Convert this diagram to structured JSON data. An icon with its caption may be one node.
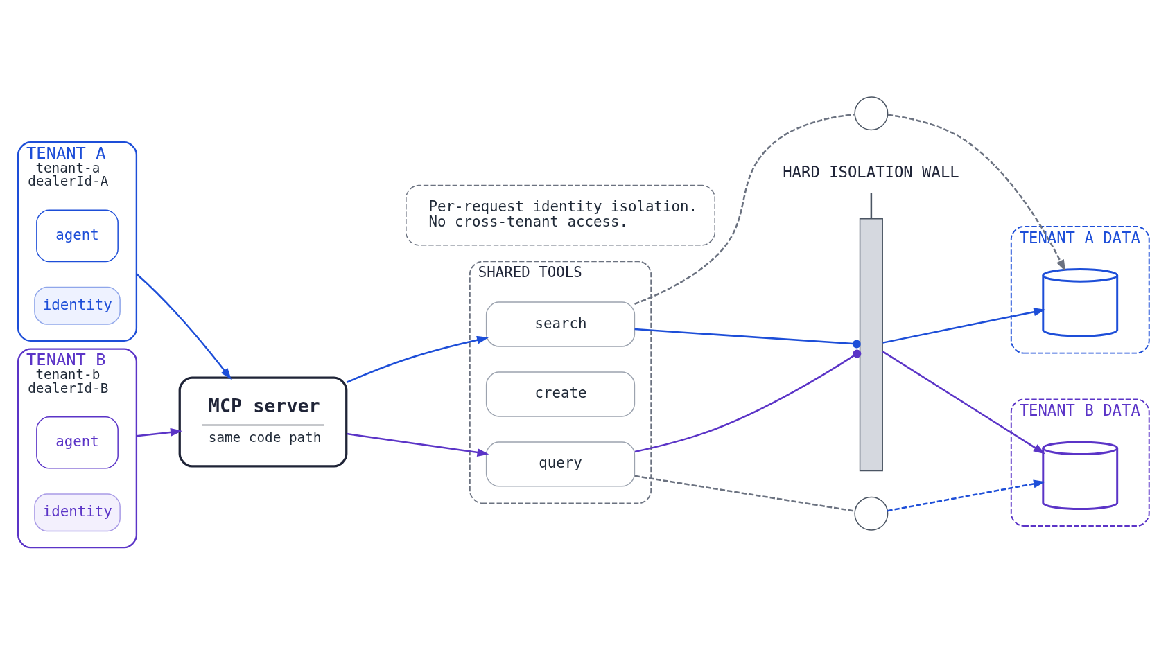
{
  "diagram": {
    "nodes": [
      {
        "text": [
          "TENANT A",
          "tenant-a",
          "dealerId-A"
        ]
      },
      {
        "text": [
          "agent"
        ],
        "in": 0
      },
      {
        "text": [
          "identity"
        ],
        "in": 0
      },
      {
        "text": [
          "TENANT B",
          "tenant-b",
          "dealerId-B"
        ]
      },
      {
        "text": [
          "agent"
        ],
        "in": 3
      },
      {
        "text": [
          "identity"
        ],
        "in": 3
      },
      {
        "text": [
          "MCP server",
          "same code path"
        ]
      },
      {
        "text": [
          "SHARED TOOLS"
        ]
      },
      {
        "text": [
          "search"
        ],
        "in": 7
      },
      {
        "text": [
          "create"
        ],
        "in": 7
      },
      {
        "text": [
          "query"
        ],
        "in": 7
      },
      {
        "text": [
          "HARD ISOLATION WALL"
        ]
      },
      {
        "text": [],
        "shape": "bar"
      },
      {
        "text": [],
        "shape": "circle"
      },
      {
        "text": [],
        "shape": "circle"
      },
      {
        "text": [
          "TENANT A DATA"
        ]
      },
      {
        "text": [],
        "shape": "cylinder",
        "in": 15
      },
      {
        "text": [
          "TENANT B DATA"
        ]
      },
      {
        "text": [],
        "shape": "cylinder",
        "in": 17
      },
      {
        "text": [
          "Per-request identity isolation. No cross-tenant access."
        ]
      }
    ],
    "edges": [
      {
        "from": 0,
        "to": 6,
        "arrow": "to",
        "color": "#1d4ed8"
      },
      {
        "from": 3,
        "to": 6,
        "arrow": "to",
        "color": "#5b34c7"
      },
      {
        "from": 6,
        "to": 8,
        "arrow": "to",
        "color": "#1d4ed8"
      },
      {
        "from": 6,
        "to": 10,
        "arrow": "to",
        "color": "#5b34c7"
      },
      {
        "from": 8,
        "to": 12,
        "arrow": "other",
        "color": "#1d4ed8"
      },
      {
        "from": 12,
        "to": 16,
        "arrow": "to",
        "color": "#1d4ed8"
      },
      {
        "from": 8,
        "to": 13,
        "arrow": "none",
        "style": "dashed",
        "color": "#6b7280"
      },
      {
        "from": 13,
        "to": 16,
        "arrow": "to",
        "style": "dashed",
        "color": "#6b7280"
      },
      {
        "from": 10,
        "to": 12,
        "arrow": "other",
        "color": "#5b34c7"
      },
      {
        "from": 12,
        "to": 18,
        "arrow": "to",
        "color": "#5b34c7"
      },
      {
        "from": 10,
        "to": 14,
        "arrow": "none",
        "style": "dashed",
        "color": "#6b7280"
      },
      {
        "from": 14,
        "to": 18,
        "arrow": "to",
        "style": "dashed",
        "color": "#1d4ed8"
      },
      {
        "from": 11,
        "to": 12,
        "arrow": "none",
        "color": "#4b5563"
      }
    ]
  }
}
